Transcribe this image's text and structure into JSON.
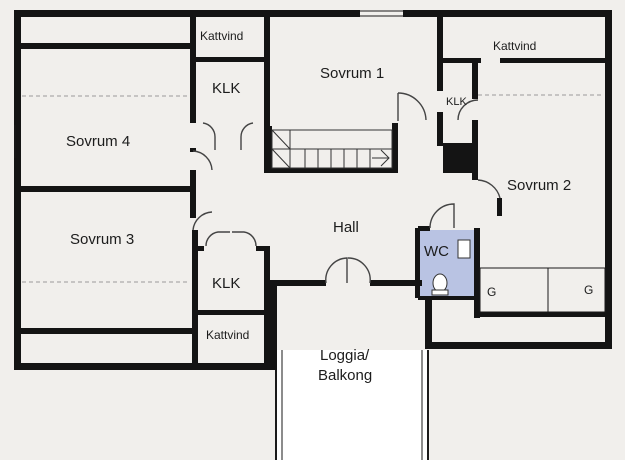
{
  "rooms": {
    "kattvind_top_left": "Kattvind",
    "kattvind_top_right": "Kattvind",
    "kattvind_bottom": "Kattvind",
    "klk_upper_left": "KLK",
    "klk_lower_left": "KLK",
    "klk_right": "KLK",
    "sovrum1": "Sovrum 1",
    "sovrum2": "Sovrum 2",
    "sovrum3": "Sovrum 3",
    "sovrum4": "Sovrum 4",
    "hall": "Hall",
    "wc": "WC",
    "g_left": "G",
    "g_right": "G",
    "loggia_line1": "Loggia/",
    "loggia_line2": "Balkong"
  },
  "colors": {
    "wall": "#141414",
    "wc_fill": "#b9c3e3",
    "background": "#f1efec",
    "loggia_fill": "#ffffff"
  }
}
